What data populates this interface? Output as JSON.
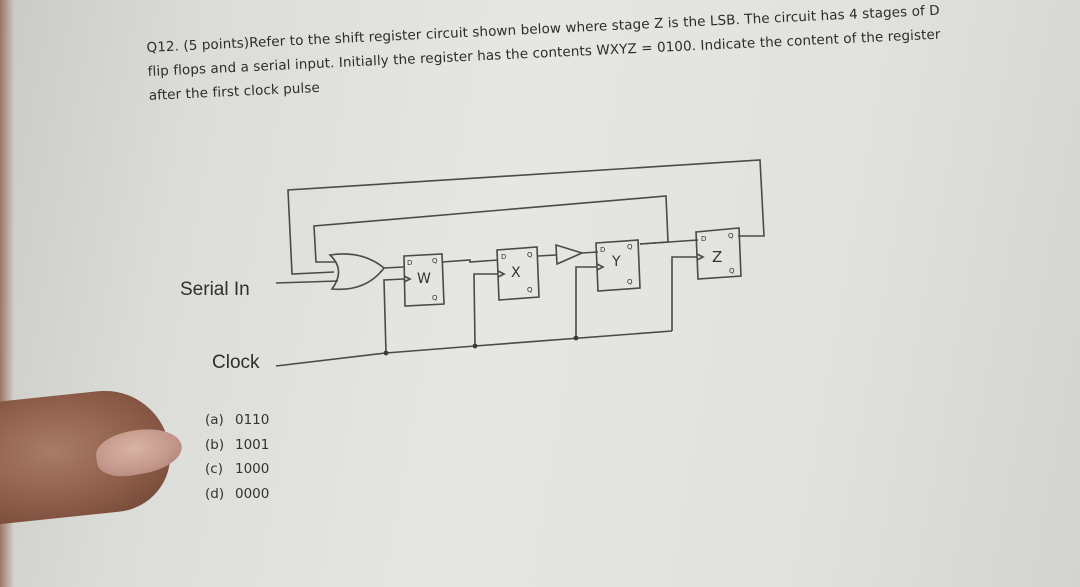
{
  "question": {
    "line1": "Q12. (5 points)Refer to the shift register circuit shown below where stage Z is the LSB. The circuit has 4 stages of D",
    "line2": "flip flops and a serial input. Initially the register has the contents WXYZ = 0100. Indicate the content of the register",
    "line3": "after the first clock pulse"
  },
  "circuit": {
    "serial_in_label": "Serial In",
    "clock_label": "Clock",
    "stages": [
      {
        "name": "W",
        "d": "D",
        "q": "Q",
        "qbar": "Q"
      },
      {
        "name": "X",
        "d": "D",
        "q": "Q",
        "qbar": "Q"
      },
      {
        "name": "Y",
        "d": "D",
        "q": "Q",
        "qbar": "Q"
      },
      {
        "name": "Z",
        "d": "D",
        "q": "Q",
        "qbar": "Q"
      }
    ]
  },
  "options": [
    {
      "marker": "(a)",
      "value": "0110"
    },
    {
      "marker": "(b)",
      "value": "1001"
    },
    {
      "marker": "(c)",
      "value": "1000"
    },
    {
      "marker": "(d)",
      "value": "0000"
    }
  ]
}
